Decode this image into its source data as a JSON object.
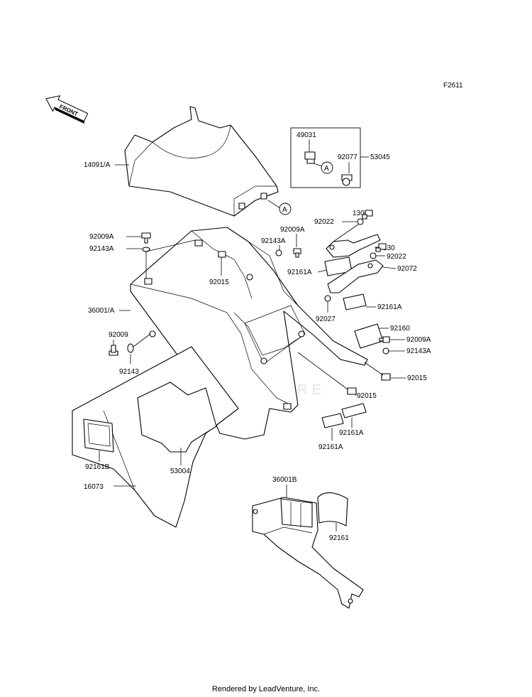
{
  "diagram_code": "F2611",
  "front_label": "FRONT",
  "watermark": "LEADVENTURE",
  "footer": "Rendered by LeadVenture, Inc.",
  "ref_marker": "A",
  "labels": {
    "p14091A": "14091/A",
    "p49031": "49031",
    "p92077": "92077",
    "p53045": "53045",
    "p130a": "130",
    "p92022a": "92022",
    "p92009Ab": "92009A",
    "p92143Ab": "92143A",
    "p92009Aa": "92009A",
    "p92143Aa": "92143A",
    "p130b": "130",
    "p92022b": "92022",
    "p92161Aa": "92161A",
    "p92072": "92072",
    "p92015a": "92015",
    "p36001A": "36001/A",
    "p92161Ab": "92161A",
    "p92027": "92027",
    "p92160": "92160",
    "p92009Ac": "92009A",
    "p92143Ac": "92143A",
    "p92009": "92009",
    "p92143": "92143",
    "p92015b": "92015",
    "p92015c": "92015",
    "p92161Ac": "92161A",
    "p92161Ad": "92161A",
    "p92161B": "92161B",
    "p53004": "53004",
    "p16073": "16073",
    "p36001B": "36001B",
    "p92161": "92161"
  }
}
